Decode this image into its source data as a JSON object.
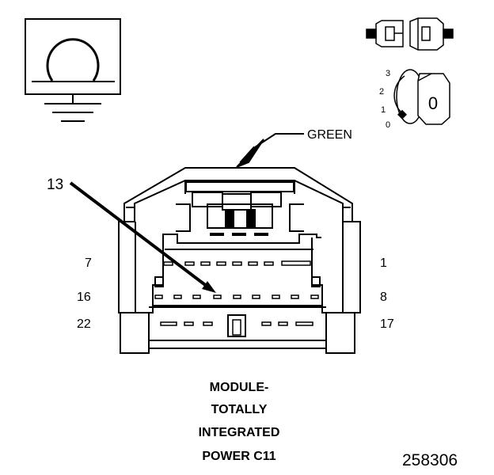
{
  "callouts": {
    "color": "GREEN",
    "pin_pointer": "13"
  },
  "pins": {
    "top_left": "7",
    "top_right": "1",
    "mid_left": "16",
    "mid_right": "8",
    "bottom_left": "22",
    "bottom_right": "17"
  },
  "key_switch": {
    "positions": [
      "3",
      "2",
      "1",
      "0"
    ],
    "key_label": "0"
  },
  "caption": {
    "lines": [
      "MODULE-",
      "TOTALLY",
      "INTEGRATED",
      "POWER C11"
    ]
  },
  "figure_number": "258306",
  "icons": [
    "ohmmeter-ground-icon",
    "connector-plug-icon",
    "ignition-key-icon"
  ]
}
